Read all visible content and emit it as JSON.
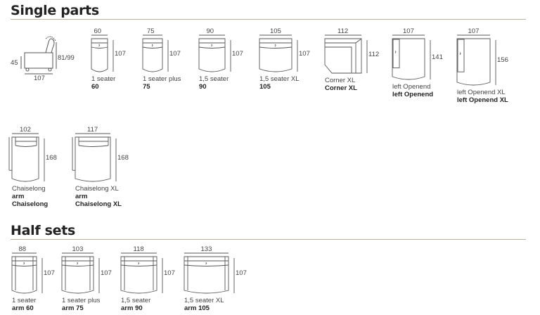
{
  "sections": {
    "single_parts": "Single parts",
    "half_sets": "Half sets"
  },
  "side_view": {
    "seat_height": "45",
    "back_height": "81/99",
    "depth": "107"
  },
  "single_parts": [
    {
      "width": "60",
      "height": "107",
      "name": "1 seater",
      "code": "60"
    },
    {
      "width": "75",
      "height": "107",
      "name": "1 seater plus",
      "code": "75"
    },
    {
      "width": "90",
      "height": "107",
      "name": "1,5 seater",
      "code": "90"
    },
    {
      "width": "105",
      "height": "107",
      "name": "1,5 seater XL",
      "code": "105"
    },
    {
      "width": "112",
      "height": "112",
      "name": "Corner XL",
      "code": "Corner XL"
    },
    {
      "width": "107",
      "height": "141",
      "name": "left Openend",
      "code": "left Openend"
    },
    {
      "width": "107",
      "height": "156",
      "name": "left Openend XL",
      "code": "left Openend XL"
    },
    {
      "width": "102",
      "height": "168",
      "name": "Chaiselong",
      "code": "arm",
      "code2": "Chaiselong"
    },
    {
      "width": "117",
      "height": "168",
      "name": "Chaiselong XL",
      "code": "arm",
      "code2": "Chaiselong XL"
    }
  ],
  "half_sets": [
    {
      "width": "88",
      "height": "107",
      "name": "1 seater",
      "code": "arm 60"
    },
    {
      "width": "103",
      "height": "107",
      "name": "1 seater plus",
      "code": "arm 75"
    },
    {
      "width": "118",
      "height": "107",
      "name": "1,5 seater",
      "code": "arm 90"
    },
    {
      "width": "133",
      "height": "107",
      "name": "1,5 seater XL",
      "code": "arm 105"
    }
  ]
}
